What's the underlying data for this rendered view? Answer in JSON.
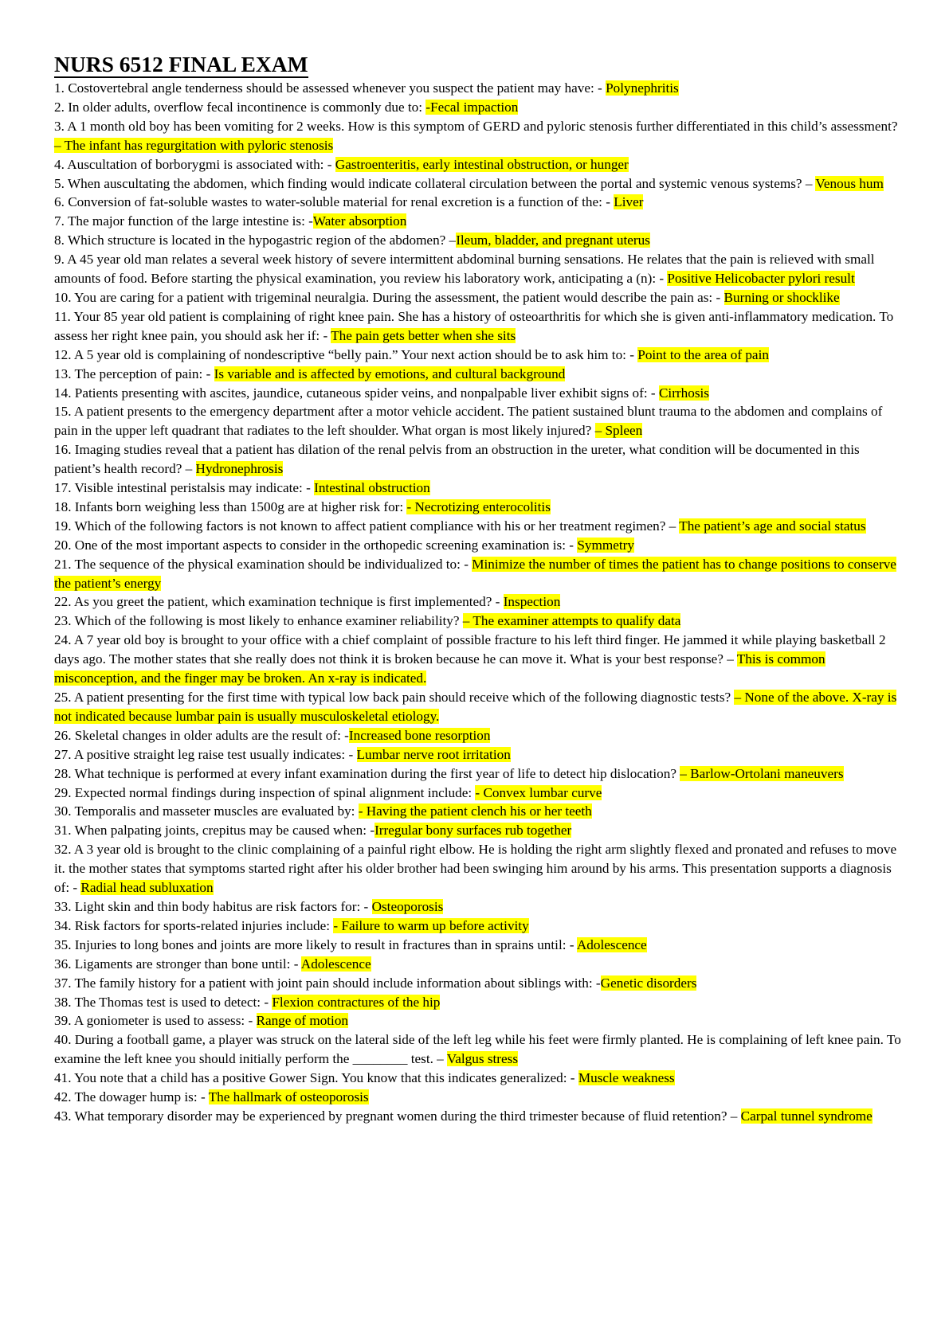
{
  "title": "NURS 6512 FINAL EXAM",
  "questions": [
    {
      "q": "1. Costovertebral angle tenderness should be assessed whenever you suspect the patient may have: - ",
      "a": "Polynephritis"
    },
    {
      "q": "2. In older adults, overflow fecal incontinence is commonly due to: ",
      "a": "-Fecal impaction"
    },
    {
      "q": "3. A 1 month old boy has been vomiting for 2 weeks. How is this symptom of GERD and pyloric stenosis further differentiated in this child’s assessment? ",
      "a": "– The infant has regurgitation with pyloric stenosis"
    },
    {
      "q": "4. Auscultation of borborygmi is associated with: - ",
      "a": "Gastroenteritis, early intestinal obstruction, or hunger"
    },
    {
      "q": "5. When auscultating the abdomen, which finding would indicate collateral circulation between the portal and systemic venous systems? – ",
      "a": "Venous hum"
    },
    {
      "q": "6. Conversion of fat-soluble wastes to water-soluble material for renal excretion is a function of the: - ",
      "a": "Liver"
    },
    {
      "q": "7. The major function of the large intestine is: -",
      "a": "Water absorption"
    },
    {
      "q": "8. Which structure is located in the hypogastric region of the abdomen? –",
      "a": "Ileum, bladder, and pregnant uterus"
    },
    {
      "q": "9. A 45 year old man relates a several week history of severe intermittent abdominal burning sensations. He relates that the pain is relieved with small amounts of food. Before starting the physical examination, you review his laboratory work, anticipating a (n): - ",
      "a": "Positive Helicobacter pylori result"
    },
    {
      "q": "10. You are caring for a patient with trigeminal neuralgia. During the assessment, the patient would describe the pain as: - ",
      "a": "Burning or shocklike"
    },
    {
      "q": "11. Your 85 year old patient is complaining of right knee pain. She has a history of osteoarthritis for which she is given anti-inflammatory medication. To assess her right knee pain, you should ask her if: - ",
      "a": "The pain gets better when she sits"
    },
    {
      "q": "12. A 5 year old is complaining of nondescriptive “belly pain.” Your next action should be to ask him to: - ",
      "a": "Point to the area of pain"
    },
    {
      "q": "13. The perception of pain: - ",
      "a": "Is variable and is affected by emotions, and cultural background"
    },
    {
      "q": "14. Patients presenting with ascites, jaundice, cutaneous spider veins, and nonpalpable liver exhibit signs of: - ",
      "a": "Cirrhosis"
    },
    {
      "q": "15. A patient presents to the emergency department after a motor vehicle accident. The patient sustained blunt trauma to the abdomen and complains of pain in the upper left quadrant that radiates to the left shoulder. What organ is most likely injured? ",
      "a": "– Spleen"
    },
    {
      "q": "16. Imaging studies reveal that a patient has dilation of the renal pelvis from an obstruction in the ureter, what condition will be documented in this patient’s health record? – ",
      "a": "Hydronephrosis"
    },
    {
      "q": "17. Visible intestinal peristalsis may indicate: - ",
      "a": "Intestinal obstruction"
    },
    {
      "q": "18. Infants born weighing less than 1500g are at higher risk for: ",
      "a": "- Necrotizing enterocolitis"
    },
    {
      "q": "19. Which of the following factors is not known to affect patient compliance with his or her treatment regimen? – ",
      "a": "The patient’s age and social status"
    },
    {
      "q": "20. One of the most important aspects to consider in the orthopedic screening examination is: - ",
      "a": "Symmetry"
    },
    {
      "q": "21. The sequence of the physical examination should be individualized to: - ",
      "a": "Minimize the number of times the patient has to change positions to conserve the patient’s energy"
    },
    {
      "q": "22. As you greet the patient, which examination technique is first implemented? - ",
      "a": "Inspection"
    },
    {
      "q": "23. Which of the following is most likely to enhance examiner reliability? ",
      "a": "– The examiner attempts to qualify data"
    },
    {
      "q": "24. A 7 year old boy is brought to your office with a chief complaint of possible fracture to his left third finger. He jammed it while playing basketball 2 days ago. The mother states that she really does not think it is broken because he can move it. What is your best response? – ",
      "a": "This is common misconception, and the finger may be broken. An x-ray is indicated."
    },
    {
      "q": "25. A patient presenting for the first time with typical low back pain should receive which of the following diagnostic tests? ",
      "a": "– None of the above. X-ray is not indicated because lumbar pain is usually musculoskeletal etiology."
    },
    {
      "q": "26. Skeletal changes in older adults are the result of: -",
      "a": "Increased bone resorption"
    },
    {
      "q": "27. A positive straight leg raise test usually indicates: - ",
      "a": "Lumbar nerve root irritation"
    },
    {
      "q": "28. What technique is performed at every infant examination during the first year of life to detect hip dislocation? ",
      "a": "– Barlow-Ortolani maneuvers"
    },
    {
      "q": "29. Expected normal findings during inspection of spinal alignment include: ",
      "a": "- Convex lumbar curve"
    },
    {
      "q": "30. Temporalis and masseter muscles are evaluated by: ",
      "a": "- Having the patient clench his or her teeth"
    },
    {
      "q": "31. When palpating joints, crepitus may be caused when: -",
      "a": "Irregular bony surfaces rub together"
    },
    {
      "q": "32. A 3 year old is brought to the clinic complaining of a painful right elbow. He is holding the right arm slightly flexed and pronated and refuses to move it. the mother states that symptoms started right after his older brother had been swinging him around by his arms. This presentation supports a diagnosis of: - ",
      "a": "Radial head subluxation"
    },
    {
      "q": "33. Light skin and thin body habitus are risk factors for: - ",
      "a": "Osteoporosis"
    },
    {
      "q": "34. Risk factors for sports-related injuries include: ",
      "a": "- Failure to warm up before activity"
    },
    {
      "q": "35. Injuries to long bones and joints are more likely to result in fractures than in sprains until: - ",
      "a": "Adolescence"
    },
    {
      "q": "36. Ligaments are stronger than bone until: - ",
      "a": "Adolescence"
    },
    {
      "q": "37. The family history for a patient with joint pain should include information about siblings with: -",
      "a": "Genetic disorders"
    },
    {
      "q": "38. The Thomas test is used to detect: - ",
      "a": "Flexion contractures of the hip"
    },
    {
      "q": "39. A goniometer is used to assess: - ",
      "a": "Range of motion"
    },
    {
      "q": "40. During a football game, a player was struck on the lateral side of the left leg while his feet were firmly planted. He is complaining of left knee pain. To examine the left knee you should initially perform the ________ test. – ",
      "a": "Valgus stress"
    },
    {
      "q": "41. You note that a child has a positive Gower Sign. You know that this indicates generalized: - ",
      "a": "Muscle weakness"
    },
    {
      "q": "42. The dowager hump is: - ",
      "a": "The hallmark of osteoporosis"
    },
    {
      "q": "43. What temporary disorder may be experienced by pregnant women during the third trimester because of fluid retention? – ",
      "a": "Carpal tunnel syndrome"
    }
  ],
  "colors": {
    "highlight": "#ffff00",
    "text": "#000000"
  }
}
